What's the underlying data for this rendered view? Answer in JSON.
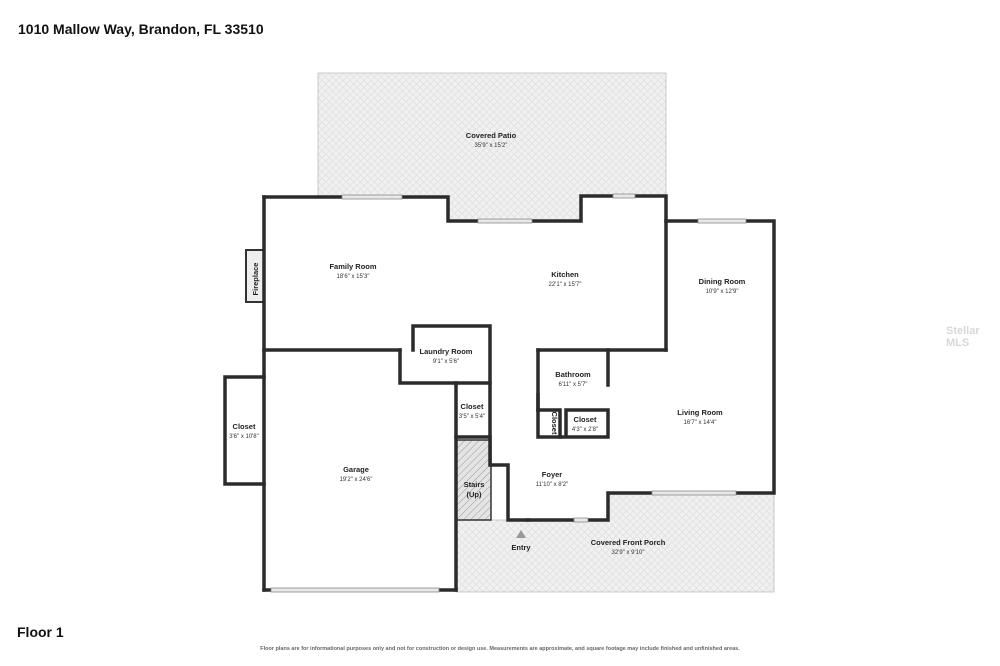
{
  "header": {
    "address": "1010 Mallow Way, Brandon, FL 33510"
  },
  "footer": {
    "floor_label": "Floor 1",
    "disclaimer": "Floor plans are for informational purposes only and not for construction or design use. Measurements are approximate, and square footage may include finished and unfinished areas."
  },
  "watermark": "Stellar MLS",
  "rooms": {
    "covered_patio": {
      "name": "Covered Patio",
      "dims": "35'9\" x 15'2\""
    },
    "family_room": {
      "name": "Family Room",
      "dims": "18'6\" x 15'3\""
    },
    "kitchen": {
      "name": "Kitchen",
      "dims": "22'1\" x 15'7\""
    },
    "dining_room": {
      "name": "Dining Room",
      "dims": "10'9\" x 12'9\""
    },
    "fireplace": {
      "name": "Fireplace"
    },
    "laundry_room": {
      "name": "Laundry Room",
      "dims": "9'1\" x 5'6\""
    },
    "bathroom": {
      "name": "Bathroom",
      "dims": "6'11\" x 5'7\""
    },
    "closet_small": {
      "name": "Closet"
    },
    "closet_bath": {
      "name": "Closet",
      "dims": "4'3\" x 2'8\""
    },
    "living_room": {
      "name": "Living Room",
      "dims": "16'7\" x 14'4\""
    },
    "closet_hall": {
      "name": "Closet",
      "dims": "3'5\" x 5'4\""
    },
    "closet_garage": {
      "name": "Closet",
      "dims": "3'6\" x 10'8\""
    },
    "garage": {
      "name": "Garage",
      "dims": "19'2\" x 24'6\""
    },
    "stairs": {
      "name": "Stairs",
      "sub": "(Up)"
    },
    "foyer": {
      "name": "Foyer",
      "dims": "11'10\" x 8'2\""
    },
    "entry": {
      "name": "Entry"
    },
    "front_porch": {
      "name": "Covered Front Porch",
      "dims": "32'9\" x 9'10\""
    }
  }
}
